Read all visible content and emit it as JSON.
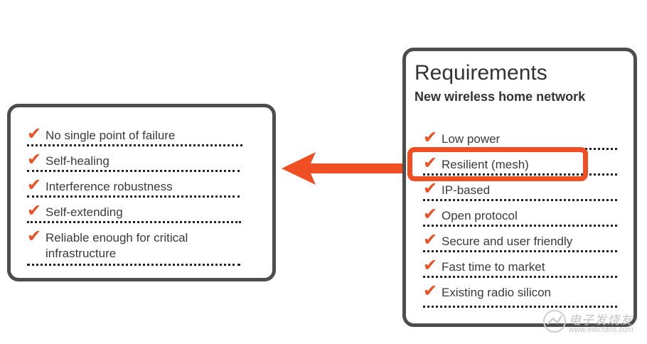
{
  "left_panel": {
    "items": [
      {
        "label": "No single point of failure"
      },
      {
        "label": "Self-healing"
      },
      {
        "label": "Interference robustness"
      },
      {
        "label": "Self-extending"
      },
      {
        "label": "Reliable enough for critical\ninfrastructure"
      }
    ]
  },
  "right_panel": {
    "title": "Requirements",
    "subtitle": "New wireless home network",
    "items": [
      {
        "label": "Low power"
      },
      {
        "label": "Resilient (mesh)"
      },
      {
        "label": "IP-based"
      },
      {
        "label": "Open protocol"
      },
      {
        "label": "Secure and user friendly"
      },
      {
        "label": "Fast time to market"
      },
      {
        "label": "Existing radio silicon"
      }
    ],
    "highlighted_item": "Resilient (mesh)"
  },
  "check_glyph": "✔",
  "colors": {
    "accent": "#f04e23",
    "border": "#4d4d4d",
    "text": "#3a3a3a"
  },
  "watermark": {
    "text": "电子发烧友",
    "url": "www.elecfans.com"
  }
}
